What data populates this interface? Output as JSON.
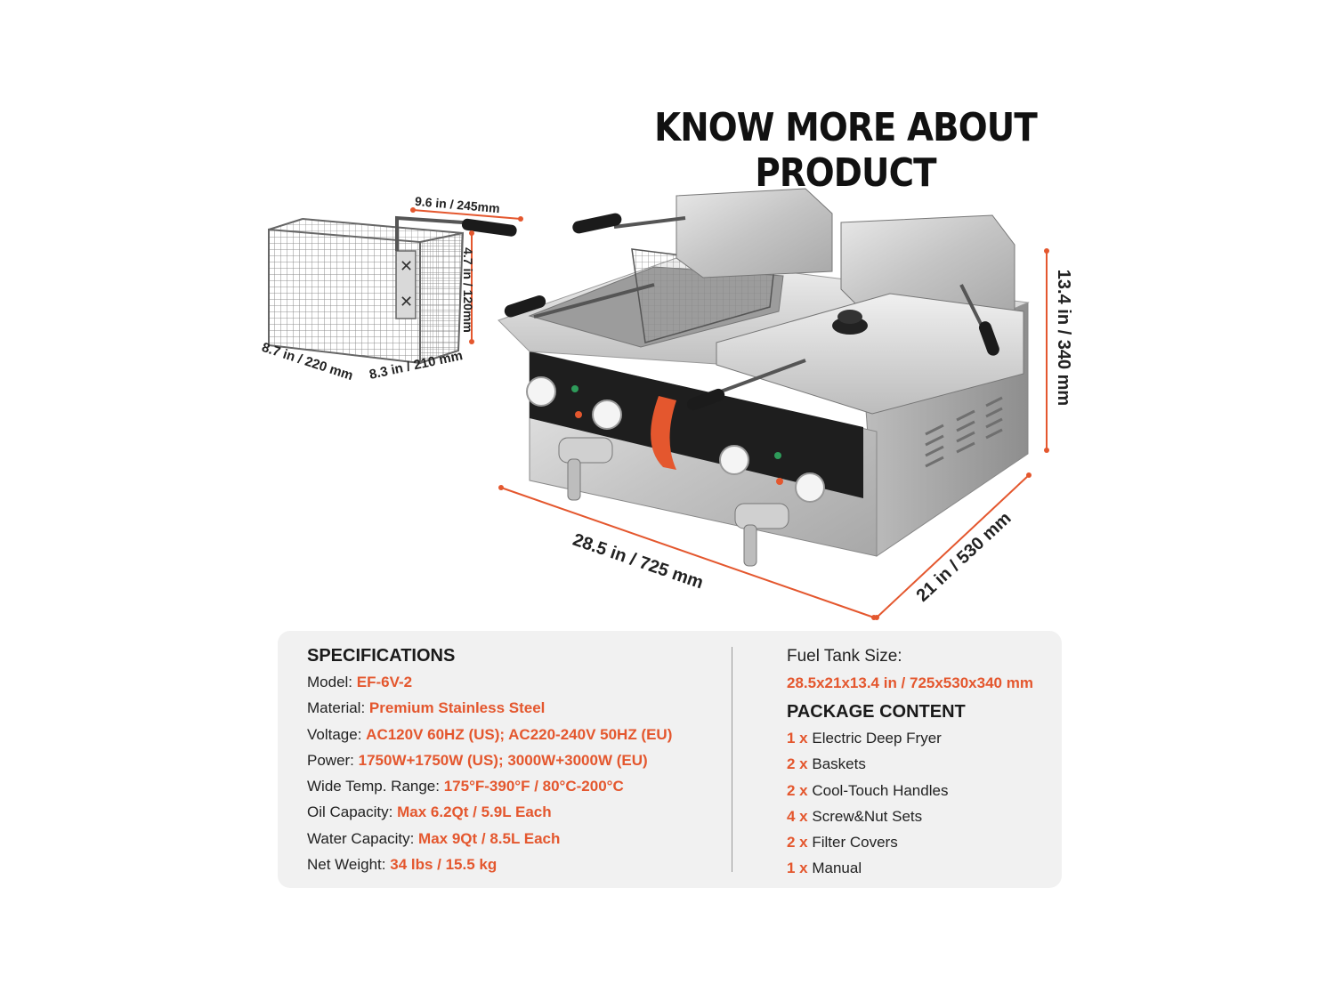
{
  "title": "KNOW MORE ABOUT PRODUCT",
  "dimensions": {
    "basket_length": "9.6 in / 245mm",
    "basket_height": "4.7 in / 120mm",
    "basket_depth": "8.7 in / 220 mm",
    "basket_width": "8.3 in / 210 mm",
    "fryer_height": "13.4 in / 340 mm",
    "fryer_width": "28.5 in / 725 mm",
    "fryer_depth": "21 in / 530 mm"
  },
  "specs": {
    "heading": "SPECIFICATIONS",
    "rows": [
      {
        "label": "Model: ",
        "value": "EF-6V-2"
      },
      {
        "label": "Material: ",
        "value": "Premium Stainless Steel"
      },
      {
        "label": "Voltage: ",
        "value": "AC120V 60HZ (US); AC220-240V 50HZ (EU)"
      },
      {
        "label": "Power: ",
        "value": "1750W+1750W (US); 3000W+3000W (EU)"
      },
      {
        "label": "Wide Temp. Range: ",
        "value": "175°F-390°F / 80°C-200°C"
      },
      {
        "label": "Oil Capacity: ",
        "value": "Max 6.2Qt / 5.9L Each"
      },
      {
        "label": "Water Capacity: ",
        "value": "Max 9Qt / 8.5L Each"
      },
      {
        "label": "Net Weight: ",
        "value": "34 lbs / 15.5 kg"
      }
    ]
  },
  "fuel_tank": {
    "label": "Fuel Tank Size:",
    "value": "28.5x21x13.4 in / 725x530x340 mm"
  },
  "package": {
    "heading": "PACKAGE CONTENT",
    "items": [
      {
        "qty": "1 x ",
        "item": "Electric Deep Fryer"
      },
      {
        "qty": "2 x ",
        "item": "Baskets"
      },
      {
        "qty": "2 x ",
        "item": "Cool-Touch Handles"
      },
      {
        "qty": "4 x ",
        "item": "Screw&Nut Sets"
      },
      {
        "qty": "2 x ",
        "item": "Filter Covers"
      },
      {
        "qty": "1 x ",
        "item": "Manual"
      }
    ]
  },
  "colors": {
    "accent": "#e4572e",
    "steel": "#c8c8c8",
    "panel_bg": "#f1f1f1"
  }
}
